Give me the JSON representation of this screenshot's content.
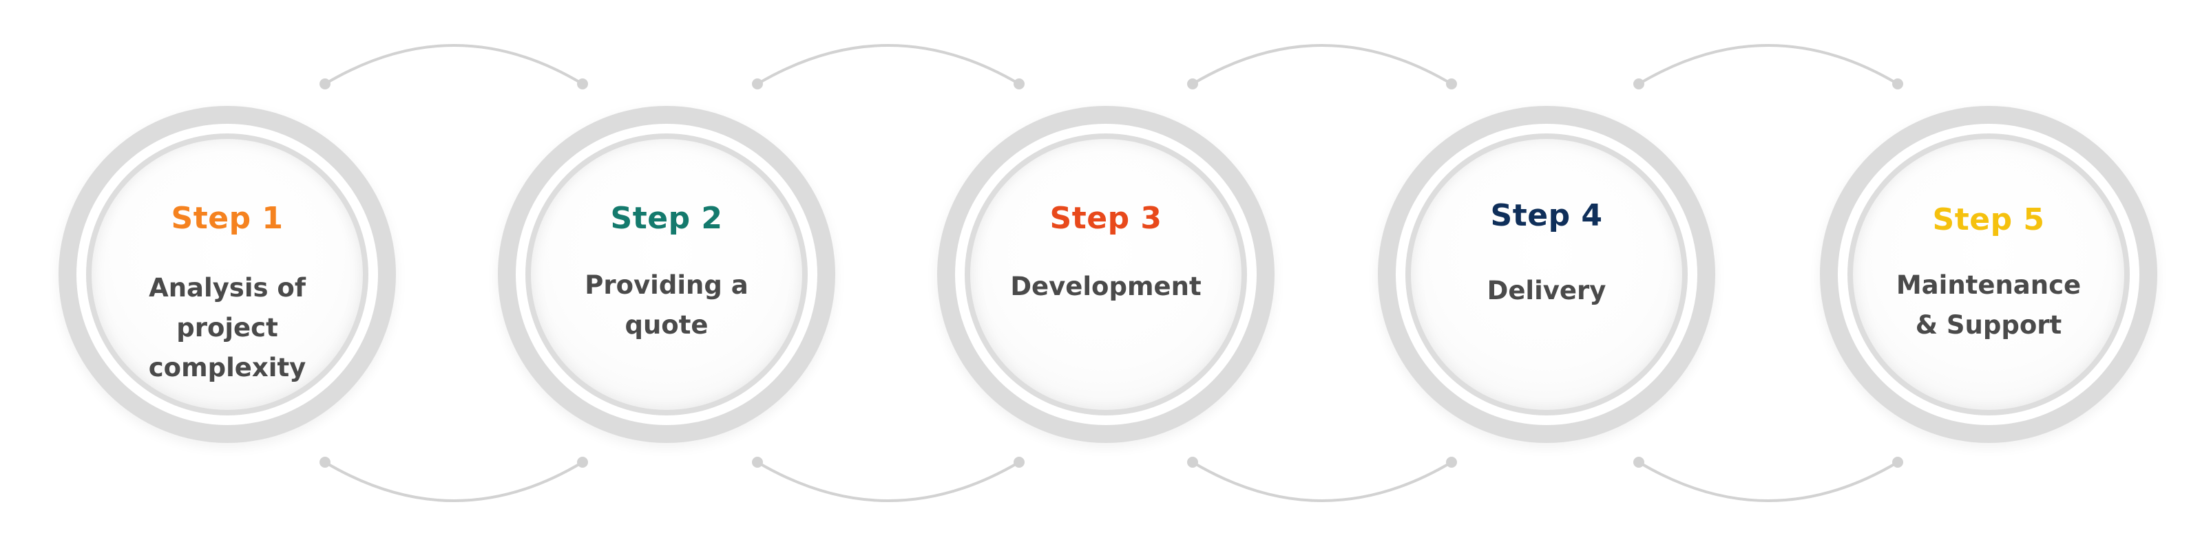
{
  "steps": [
    {
      "label": "Step 1",
      "description": "Analysis of project complexity",
      "color": "#f5821f"
    },
    {
      "label": "Step 2",
      "description": "Providing a quote",
      "color": "#147a6d"
    },
    {
      "label": "Step 3",
      "description": "Development",
      "color": "#e8491b"
    },
    {
      "label": "Step 4",
      "description": "Delivery",
      "color": "#0f2f5a"
    },
    {
      "label": "Step 5",
      "description": "Maintenance & Support",
      "color": "#f5c10e"
    }
  ],
  "colors": {
    "connector": "#d2d2d2",
    "ring": "#dcdcdc",
    "description_text": "#4a4a4a"
  }
}
